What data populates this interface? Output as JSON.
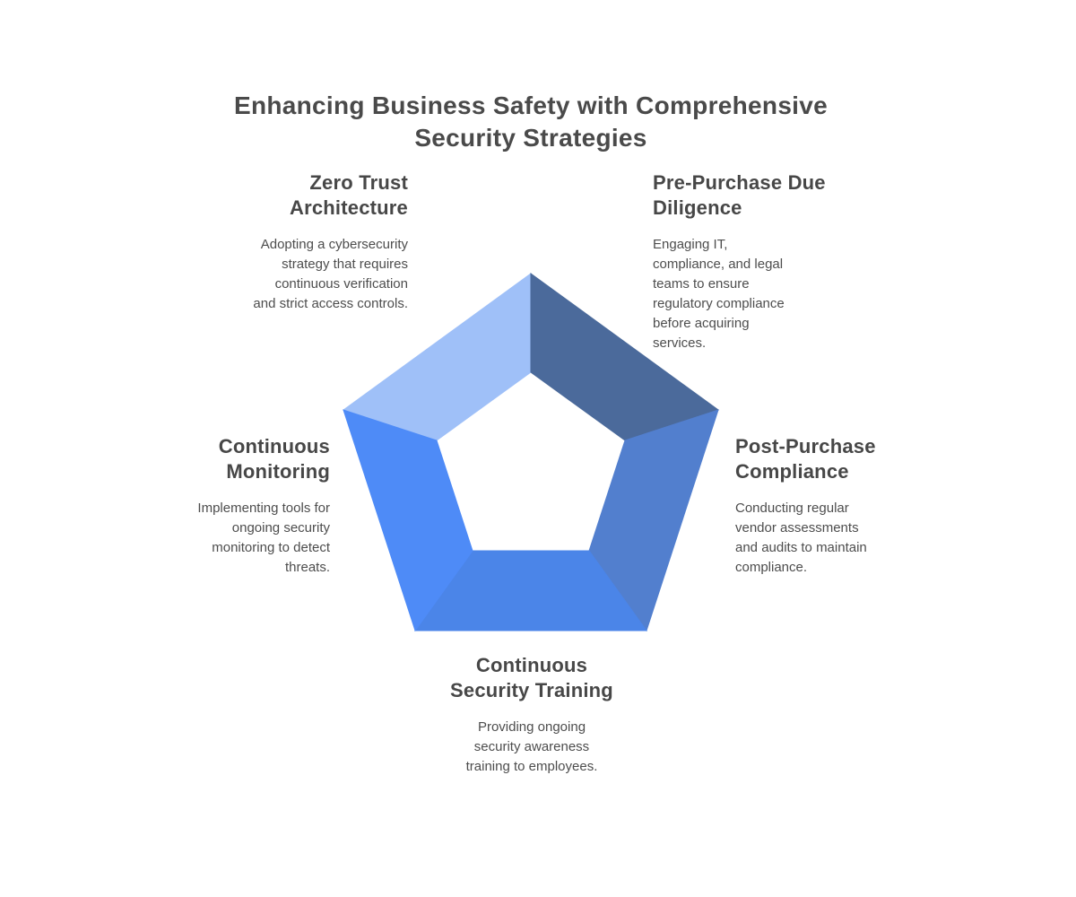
{
  "title": "Enhancing Business Safety with Comprehensive\nSecurity Strategies",
  "colors": {
    "background": "#ffffff",
    "title_text": "#4a4a4a",
    "heading_text": "#474747",
    "body_text": "#4d4d4d"
  },
  "pentagon": {
    "shape": "five-segment ribbon pentagon ring",
    "segments": [
      {
        "label": "Zero Trust Architecture",
        "position": "top-left",
        "color": "#9fc0f8"
      },
      {
        "label": "Pre-Purchase Due Diligence",
        "position": "top-right",
        "color": "#4b6a9b"
      },
      {
        "label": "Post-Purchase Compliance",
        "position": "right",
        "color": "#527fce"
      },
      {
        "label": "Continuous Security Training",
        "position": "bottom",
        "color": "#4b85e8"
      },
      {
        "label": "Continuous Monitoring",
        "position": "left",
        "color": "#4e8bf7"
      }
    ]
  },
  "sections": [
    {
      "heading": "Zero Trust\nArchitecture",
      "body": "Adopting a cybersecurity\nstrategy that requires\ncontinuous verification\nand strict access controls."
    },
    {
      "heading": "Pre-Purchase Due\nDiligence",
      "body": "Engaging IT,\ncompliance, and legal\nteams to ensure\nregulatory compliance\nbefore acquiring\nservices."
    },
    {
      "heading": "Post-Purchase\nCompliance",
      "body": "Conducting regular\nvendor assessments\nand audits to maintain\ncompliance."
    },
    {
      "heading": "Continuous\nSecurity Training",
      "body": "Providing ongoing\nsecurity awareness\ntraining to employees."
    },
    {
      "heading": "Continuous\nMonitoring",
      "body": "Implementing tools for\nongoing security\nmonitoring to detect\nthreats."
    }
  ]
}
